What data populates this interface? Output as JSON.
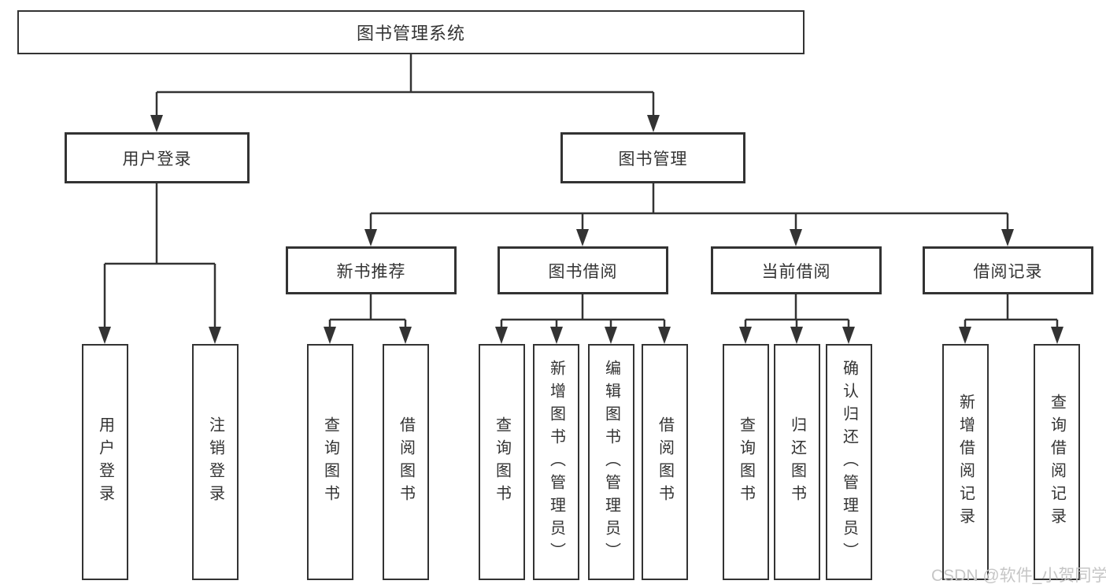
{
  "diagram": {
    "root_label": "图书管理系统",
    "level2": {
      "user_login": "用户登录",
      "book_management": "图书管理"
    },
    "level3": {
      "new_book": "新书推荐",
      "borrow": "图书借阅",
      "current": "当前借阅",
      "records": "借阅记录"
    },
    "leaves": {
      "user_login": [
        "用户登录",
        "注销登录"
      ],
      "new_book": [
        "查询图书",
        "借阅图书"
      ],
      "borrow": [
        "查询图书",
        "新增图书（管理员）",
        "编辑图书（管理员）",
        "借阅图书"
      ],
      "current": [
        "查询图书",
        "归还图书",
        "确认归还（管理员）"
      ],
      "records": [
        "新增借阅记录",
        "查询借阅记录"
      ]
    }
  },
  "watermark": "CSDN @软件_小贺同学",
  "colors": {
    "line": "#333333",
    "text": "#333333",
    "watermark": "#c6c6c6",
    "background": "#ffffff"
  }
}
